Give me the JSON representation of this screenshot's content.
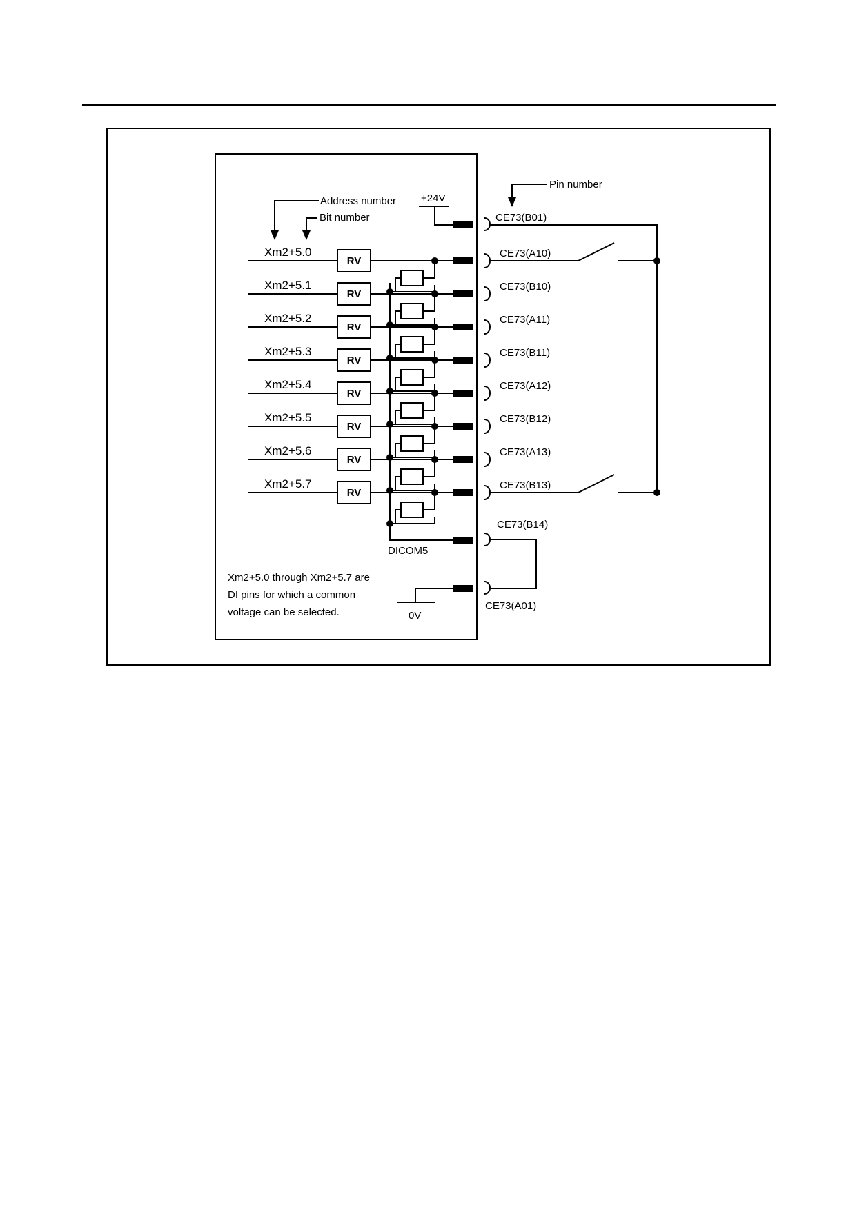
{
  "callouts": {
    "address_number": "Address number",
    "bit_number": "Bit number",
    "pin_number": "Pin number"
  },
  "power": {
    "plus24v": "+24V",
    "zero_v": "0V",
    "dicom": "DICOM5"
  },
  "relay_label": "RV",
  "inputs": [
    {
      "address": "Xm2+5.0",
      "pin": "CE73(A10)"
    },
    {
      "address": "Xm2+5.1",
      "pin": "CE73(B10)"
    },
    {
      "address": "Xm2+5.2",
      "pin": "CE73(A11)"
    },
    {
      "address": "Xm2+5.3",
      "pin": "CE73(B11)"
    },
    {
      "address": "Xm2+5.4",
      "pin": "CE73(A12)"
    },
    {
      "address": "Xm2+5.5",
      "pin": "CE73(B12)"
    },
    {
      "address": "Xm2+5.6",
      "pin": "CE73(A13)"
    },
    {
      "address": "Xm2+5.7",
      "pin": "CE73(B13)"
    }
  ],
  "pins": {
    "b01": "CE73(B01)",
    "b14": "CE73(B14)",
    "a01": "CE73(A01)"
  },
  "note": {
    "line1": "Xm2+5.0 through Xm2+5.7 are",
    "line2": "DI pins for which a common",
    "line3": "voltage can be selected."
  }
}
